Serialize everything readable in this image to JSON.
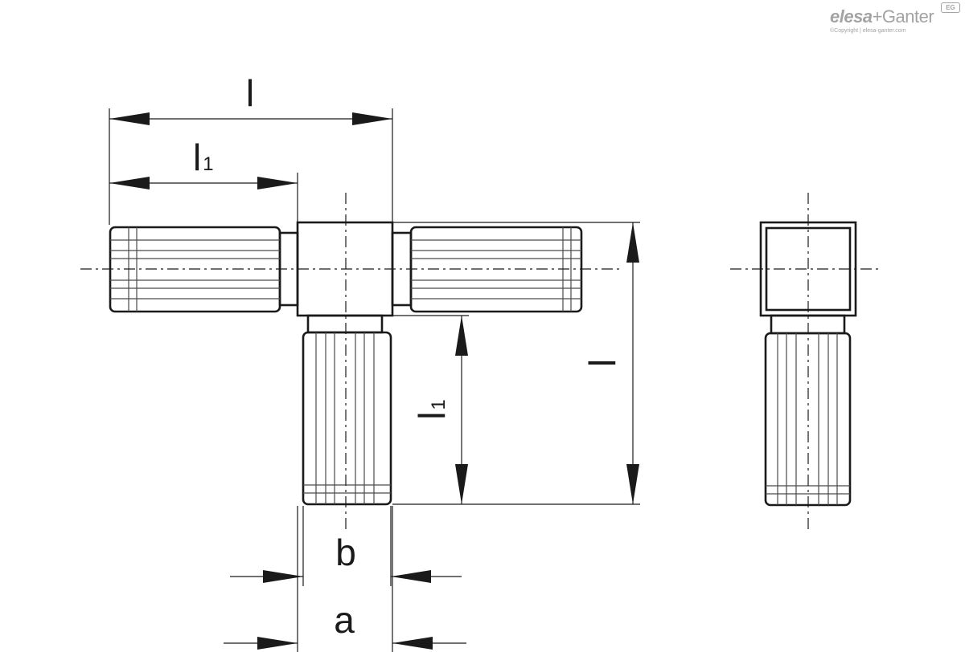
{
  "brand": {
    "name_part1": "elesa",
    "name_part2": "+Ganter",
    "copyright": "©Copyright | elesa-ganter.com",
    "badge": "EG"
  },
  "dimensions": {
    "top_overall": "l",
    "top_partial_main": "l",
    "top_partial_sub": "1",
    "side_overall": "l",
    "side_partial_main": "l",
    "side_partial_sub": "1",
    "width_b": "b",
    "width_a": "a"
  }
}
